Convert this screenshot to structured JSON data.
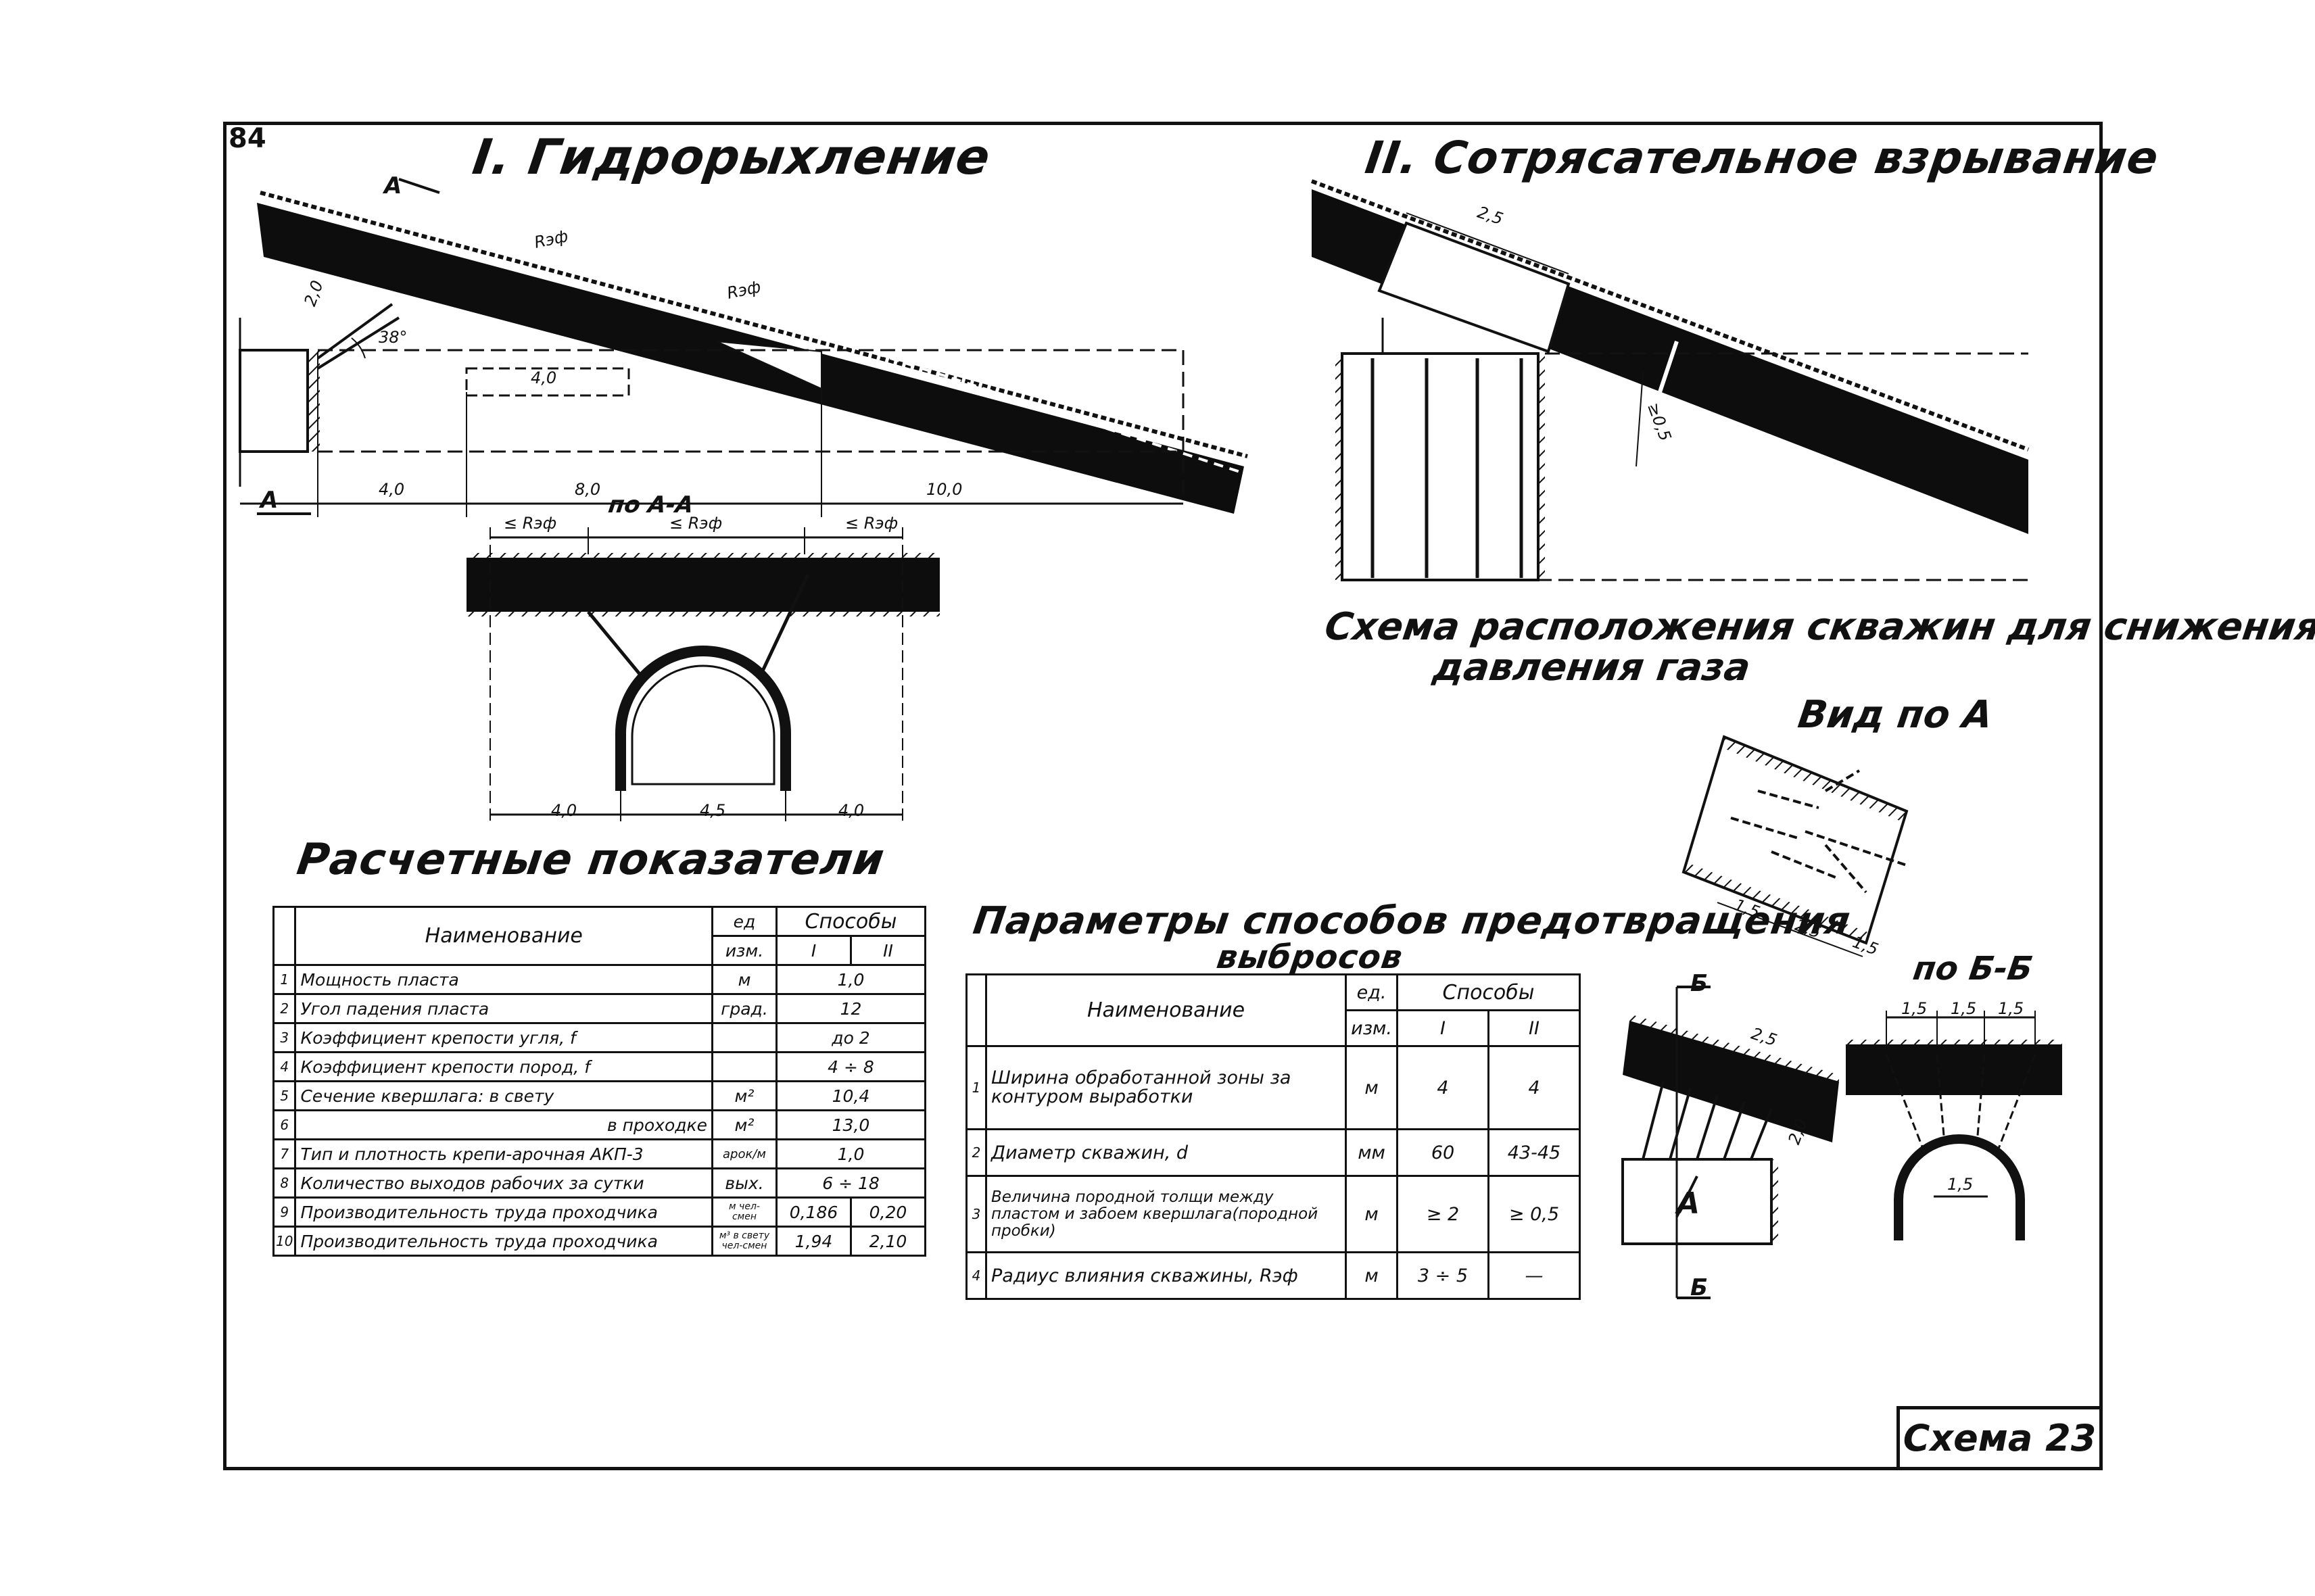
{
  "page_number": "84",
  "section_one_title": "I. Гидрорыхление",
  "section_two_title": "II. Сотрясательное взрывание",
  "scheme_caption_line1": "Схема расположения скважин для снижения",
  "scheme_caption_line2": "давления газа",
  "view_a_title": "Вид по А",
  "section_aa_title": "по А-А",
  "section_bb_title": "по Б-Б",
  "scheme_number": "Схема 23",
  "labels": {
    "r_eff": "Rэф",
    "r_eff_le": "≤ Rэф",
    "a_mark": "А",
    "b_mark": "Б",
    "angle": "38°",
    "dim_20": "2,0",
    "dim_40": "4,0",
    "dim_80": "8,0",
    "dim_100": "10,0",
    "dim_45": "4,5",
    "dim_25": "2,5",
    "dim_15": "1,5",
    "dim_05": "≥0,5"
  },
  "calc_table": {
    "title": "Расчетные показатели",
    "col_name": "Наименование",
    "col_unit_1": "ед",
    "col_unit_2": "изм.",
    "col_methods": "Способы",
    "col_m1": "I",
    "col_m2": "II",
    "rows": [
      {
        "n": "1",
        "name": "Мощность пласта",
        "unit": "м",
        "v": "1,0"
      },
      {
        "n": "2",
        "name": "Угол падения пласта",
        "unit": "град.",
        "v": "12"
      },
      {
        "n": "3",
        "name": "Коэффициент крепости угля, f",
        "unit": "",
        "v": "до 2"
      },
      {
        "n": "4",
        "name": "Коэффициент крепости пород, f",
        "unit": "",
        "v": "4 ÷ 8"
      },
      {
        "n": "5",
        "name": "Сечение квершлага: в свету",
        "unit": "м²",
        "v": "10,4"
      },
      {
        "n": "6",
        "name": "в проходке",
        "unit": "м²",
        "v": "13,0"
      },
      {
        "n": "7",
        "name": "Тип и плотность крепи-арочная АКП-3",
        "unit": "арок/м",
        "v": "1,0"
      },
      {
        "n": "8",
        "name": "Количество выходов рабочих за сутки",
        "unit": "вых.",
        "v": "6 ÷ 18"
      },
      {
        "n": "9",
        "name": "Производительность труда проходчика",
        "unit": "м чел-смен",
        "v1": "0,186",
        "v2": "0,20"
      },
      {
        "n": "10",
        "name": "Производительность труда проходчика",
        "unit": "м³ в свету чел-смен",
        "v1": "1,94",
        "v2": "2,10"
      }
    ]
  },
  "params_table": {
    "title_line1": "Параметры способов предотвращения",
    "title_line2": "выбросов",
    "col_name": "Наименование",
    "col_unit_1": "ед.",
    "col_unit_2": "изм.",
    "col_methods": "Способы",
    "col_m1": "I",
    "col_m2": "II",
    "rows": [
      {
        "n": "1",
        "name": "Ширина обработанной зоны за контуром выработки",
        "unit": "м",
        "v1": "4",
        "v2": "4"
      },
      {
        "n": "2",
        "name": "Диаметр скважин, d",
        "unit": "мм",
        "v1": "60",
        "v2": "43-45"
      },
      {
        "n": "3",
        "name": "Величина породной толщи между пластом и забоем квершлага(породной пробки)",
        "unit": "м",
        "v1": "≥ 2",
        "v2": "≥ 0,5"
      },
      {
        "n": "4",
        "name": "Радиус влияния скважины, Rэф",
        "unit": "м",
        "v1": "3 ÷ 5",
        "v2": "—"
      }
    ]
  }
}
